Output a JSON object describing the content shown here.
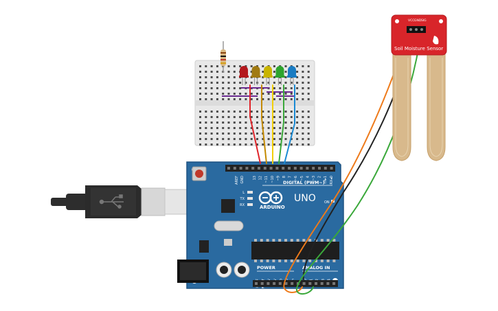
{
  "arduino": {
    "brand": "ARDUINO",
    "model": "UNO",
    "digital_label": "DIGITAL (PWM~)",
    "power_label": "POWER",
    "analog_label": "ANALOG IN",
    "on_label": "ON",
    "aref": "AREF",
    "gnd": "GND",
    "digital_pins": [
      "13",
      "12",
      "~11",
      "~10",
      "~9",
      "8",
      "7",
      "~6",
      "~5",
      "4",
      "~3",
      "2",
      "TX▸1",
      "RX◂0"
    ],
    "power_pins": [
      "IOREF",
      "RESET",
      "3.3V",
      "5V",
      "GND",
      "GND",
      "Vin"
    ],
    "analog_pins": [
      "A0",
      "A1",
      "A2",
      "A3",
      "A4",
      "A5"
    ],
    "led_labels": [
      "L",
      "TX",
      "RX"
    ],
    "board_color": "#2a6aa0"
  },
  "sensor": {
    "name": "Soil Moisture Sensor",
    "pins": [
      "VCC",
      "GND",
      "SIG"
    ],
    "board_color": "#d8252a"
  },
  "leds": [
    {
      "color": "#b3181c"
    },
    {
      "color": "#a07a12"
    },
    {
      "color": "#c8b400"
    },
    {
      "color": "#2ea42e"
    },
    {
      "color": "#1a7cc2"
    }
  ],
  "wire_colors": {
    "red": "#e0242a",
    "yellow_dark": "#c48a00",
    "yellow": "#f2cf00",
    "green": "#3aa83a",
    "blue": "#1a8ad4",
    "orange": "#ee7a1a",
    "black": "#222222",
    "sensor_green": "#3aa83a"
  }
}
